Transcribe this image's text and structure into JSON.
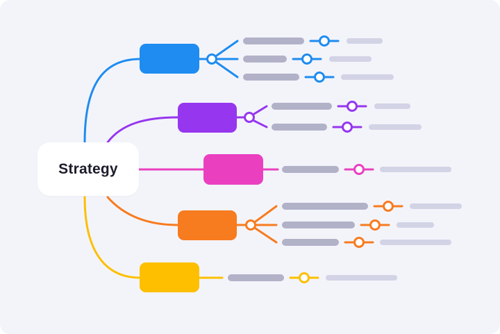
{
  "root": {
    "label": "Strategy"
  },
  "colors": {
    "canvas": "#f3f4fa",
    "placeholder_dark": "#b1b1c8",
    "placeholder_light": "#d3d3e6"
  },
  "branches": [
    {
      "id": "blue",
      "color": "#1e8cf0",
      "children": 3
    },
    {
      "id": "purple",
      "color": "#9636ee",
      "children": 2
    },
    {
      "id": "pink",
      "color": "#ea40c0",
      "children": 1
    },
    {
      "id": "orange",
      "color": "#f77b1f",
      "children": 3
    },
    {
      "id": "yellow",
      "color": "#fdbf00",
      "children": 1
    }
  ]
}
